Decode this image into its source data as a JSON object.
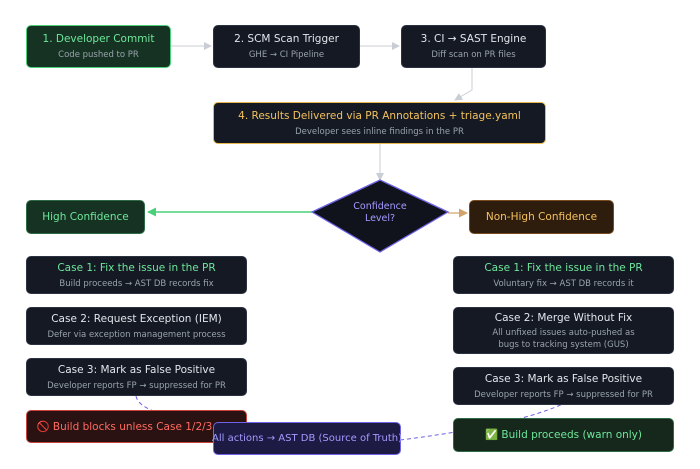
{
  "flow": {
    "commit": {
      "title": "1. Developer Commit",
      "sub": "Code pushed to PR"
    },
    "scm": {
      "title": "2. SCM Scan Trigger",
      "sub": "GHE → CI Pipeline"
    },
    "sast": {
      "title": "3. CI → SAST Engine",
      "sub": "Diff scan on PR files"
    },
    "results": {
      "title": "4. Results Delivered via PR Annotations + triage.yaml",
      "sub": "Developer sees inline findings in the PR"
    },
    "decision": {
      "line1": "Confidence",
      "line2": "Level?"
    },
    "high": {
      "title": "High Confidence"
    },
    "nonhigh": {
      "title": "Non-High Confidence"
    }
  },
  "high_cases": [
    {
      "title": "Case 1: Fix the issue in the PR",
      "sub": "Build proceeds → AST DB records fix"
    },
    {
      "title": "Case 2: Request Exception (IEM)",
      "sub": "Defer via exception management process"
    },
    {
      "title": "Case 3: Mark as False Positive",
      "sub": "Developer reports FP → suppressed for PR"
    }
  ],
  "high_outcome": {
    "title": "🚫 Build blocks unless Case 1/2/3 met"
  },
  "nonhigh_cases": [
    {
      "title": "Case 1: Fix the issue in the PR",
      "sub": "Voluntary fix → AST DB records it"
    },
    {
      "title": "Case 2: Merge Without Fix",
      "sub": "All unfixed issues auto-pushed as",
      "sub2": "bugs to tracking system (GUS)"
    },
    {
      "title": "Case 3: Mark as False Positive",
      "sub": "Developer reports FP → suppressed for PR"
    }
  ],
  "nonhigh_outcome": {
    "title": "✅ Build proceeds (warn only)"
  },
  "ast_db": {
    "title": "All actions → AST DB (Source of Truth)"
  },
  "colors": {
    "green": "#4ad07a",
    "yellow": "#e8b84a",
    "violet": "#6f63e6",
    "red": "#c9433b",
    "orange": "#7a4b1f",
    "gray_edge": "#c9ced6"
  }
}
